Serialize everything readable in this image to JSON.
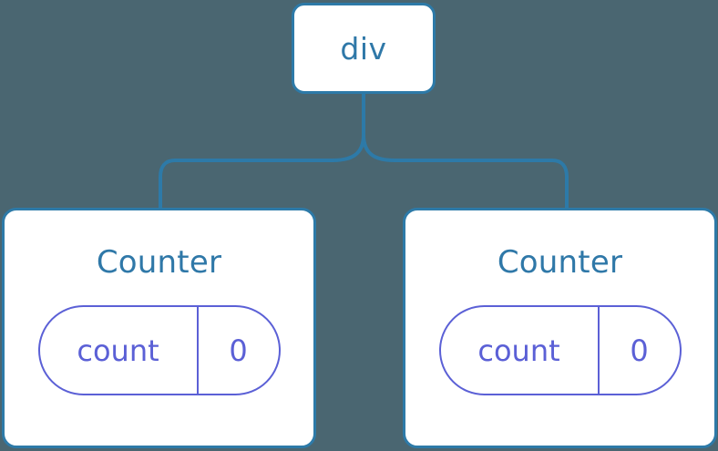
{
  "diagram": {
    "type": "component-tree",
    "background_color": "#4a6671",
    "node_border_color": "#2d7aa8",
    "node_fill_color": "#ffffff",
    "node_text_color": "#2f78a8",
    "connector_color": "#2d7aa8",
    "state_color": "#5b60d6",
    "root": {
      "label": "div"
    },
    "children": [
      {
        "title": "Counter",
        "state": {
          "key": "count",
          "value": "0"
        }
      },
      {
        "title": "Counter",
        "state": {
          "key": "count",
          "value": "0"
        }
      }
    ]
  }
}
